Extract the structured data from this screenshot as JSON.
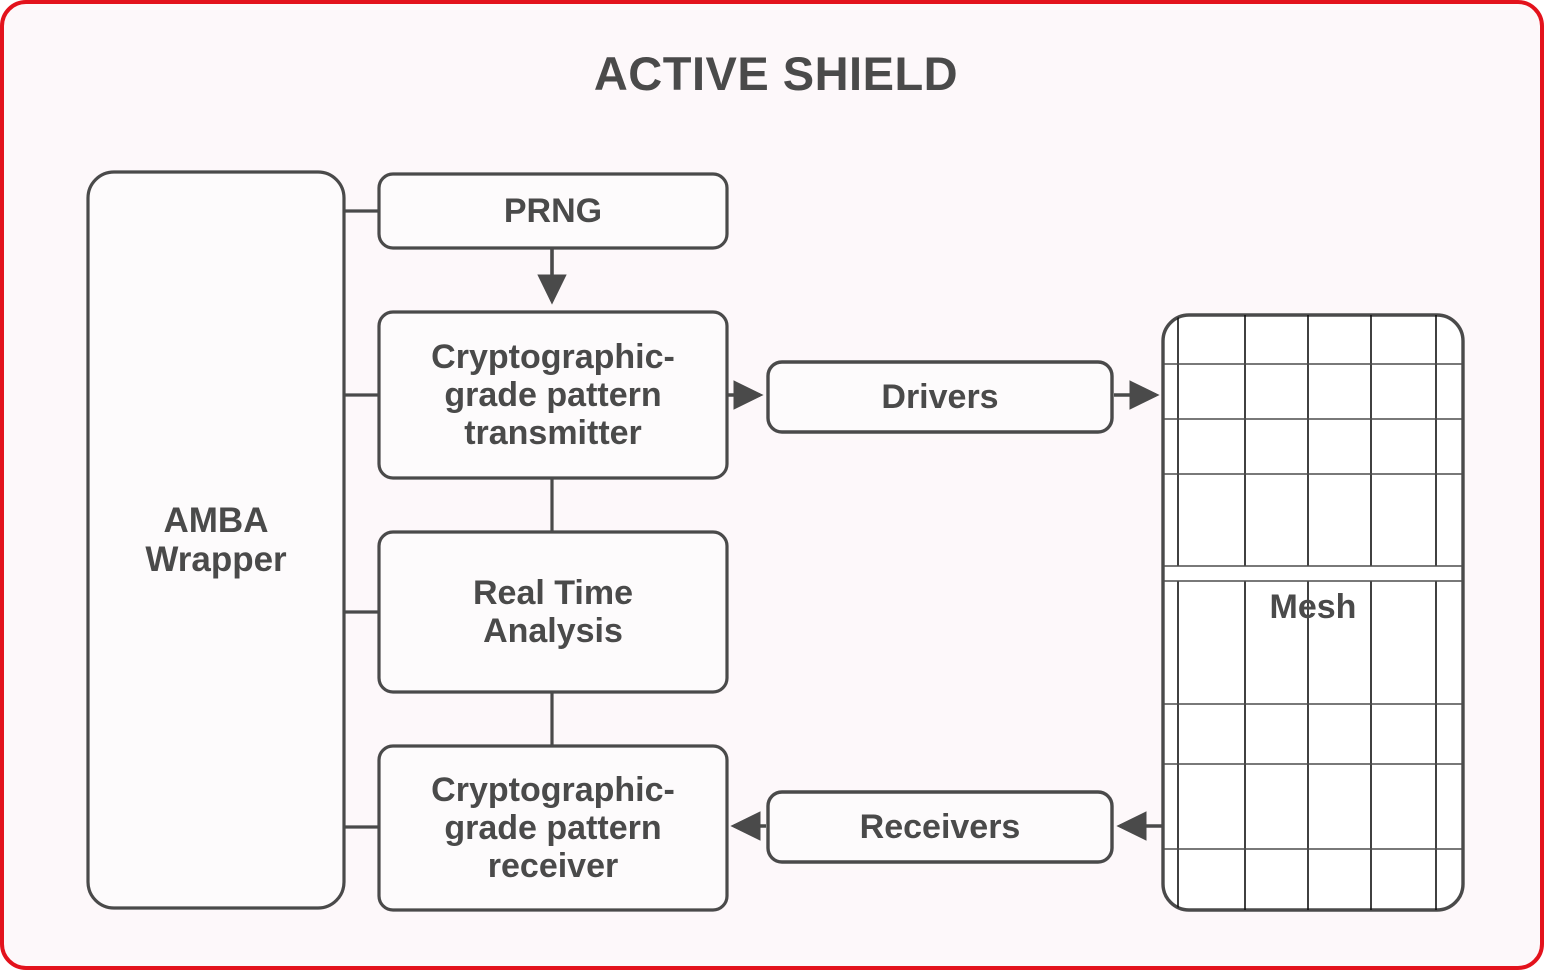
{
  "diagram": {
    "title": "ACTIVE SHIELD",
    "border_color": "#e3121c",
    "background_color": "#fdf8fa",
    "stroke_color": "#4a4a4a",
    "text_color": "#4a4a4a",
    "nodes": {
      "amba_wrapper": "AMBA\nWrapper",
      "prng": "PRNG",
      "transmitter": "Cryptographic-\ngrade pattern\ntransmitter",
      "real_time_analysis": "Real Time\nAnalysis",
      "receiver": "Cryptographic-\ngrade pattern\nreceiver",
      "drivers": "Drivers",
      "receivers": "Receivers",
      "mesh": "Mesh"
    },
    "edges": [
      {
        "from": "amba_wrapper",
        "to": "prng",
        "style": "line"
      },
      {
        "from": "amba_wrapper",
        "to": "transmitter",
        "style": "line"
      },
      {
        "from": "amba_wrapper",
        "to": "real_time_analysis",
        "style": "line"
      },
      {
        "from": "amba_wrapper",
        "to": "receiver",
        "style": "line"
      },
      {
        "from": "prng",
        "to": "transmitter",
        "style": "arrow-down"
      },
      {
        "from": "transmitter",
        "to": "real_time_analysis",
        "style": "line"
      },
      {
        "from": "real_time_analysis",
        "to": "receiver",
        "style": "line"
      },
      {
        "from": "transmitter",
        "to": "drivers",
        "style": "arrow-right"
      },
      {
        "from": "drivers",
        "to": "mesh",
        "style": "arrow-right"
      },
      {
        "from": "mesh",
        "to": "receivers",
        "style": "arrow-left"
      },
      {
        "from": "receivers",
        "to": "receiver",
        "style": "arrow-left"
      }
    ],
    "mesh_grid": {
      "columns": 5,
      "rows": 7
    }
  }
}
